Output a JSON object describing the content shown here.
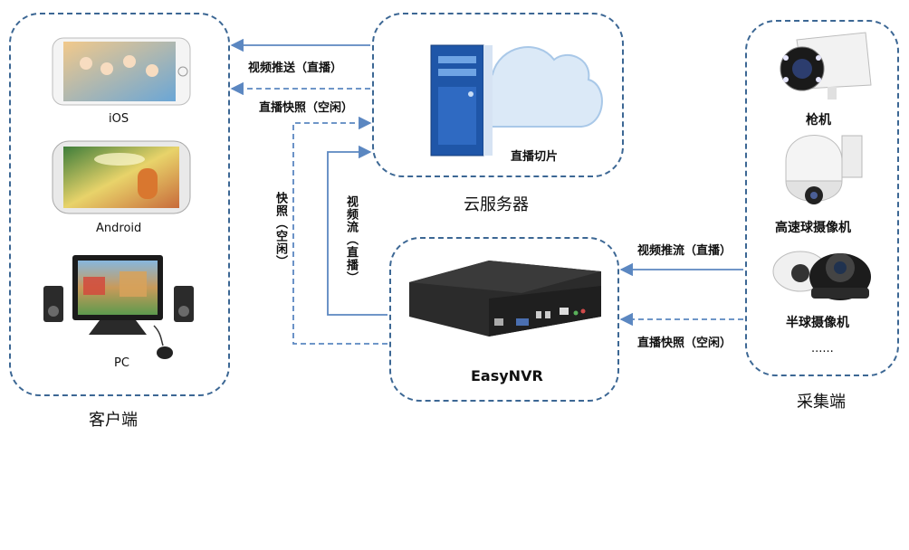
{
  "client": {
    "title": "客户端",
    "ios_label": "iOS",
    "android_label": "Android",
    "pc_label": "PC"
  },
  "cloud": {
    "title": "云服务器",
    "slice_label": "直播切片"
  },
  "nvr": {
    "label": "EasyNVR"
  },
  "capture": {
    "title": "采集端",
    "gun_label": "枪机",
    "speed_dome_label": "高速球摄像机",
    "dome_label": "半球摄像机",
    "ellipsis": "......"
  },
  "arrows": {
    "push_to_client": "视频推送（直播）",
    "snapshot_to_client": "直播快照（空闲）",
    "snapshot_vertical": "快照（空闲）",
    "stream_vertical": "视频流（直播）",
    "push_stream_from_camera": "视频推流（直播）",
    "snapshot_from_camera": "直播快照（空闲）"
  },
  "colors": {
    "frame": "#3c6794",
    "arrow": "#5b87c1",
    "cloud_fill": "#dbe9f7",
    "server_blue": "#1f56a8"
  }
}
